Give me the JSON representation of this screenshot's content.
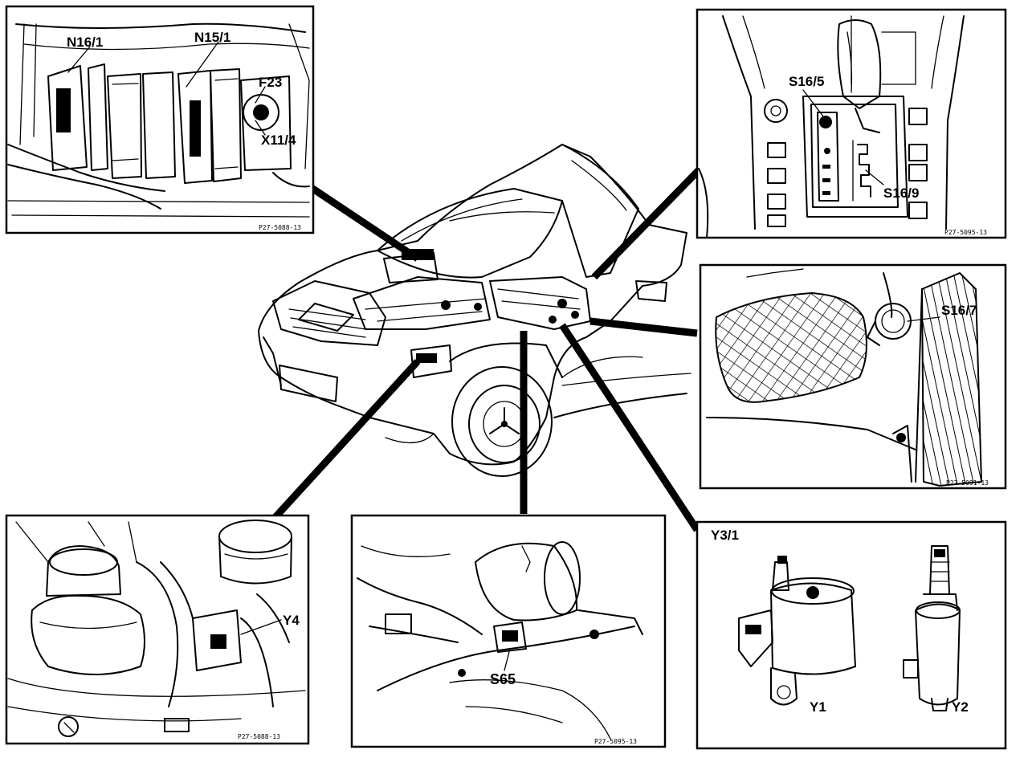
{
  "panels": {
    "engine_bay": {
      "labels": [
        "N16/1",
        "N15/1",
        "F23",
        "X11/4"
      ],
      "code": "P27-5088-13"
    },
    "selector": {
      "labels": [
        "S16/5",
        "S16/9"
      ],
      "code": "P27-5095-13"
    },
    "pedal": {
      "labels": [
        "S16/7"
      ],
      "code": "P27-5091-13"
    },
    "y4": {
      "labels": [
        "Y4"
      ],
      "code": "P27-5088-13"
    },
    "s65": {
      "labels": [
        "S65"
      ],
      "code": "P27-5095-13"
    },
    "y3": {
      "title": "Y3/1",
      "labels": [
        "Y1",
        "Y2"
      ]
    }
  }
}
